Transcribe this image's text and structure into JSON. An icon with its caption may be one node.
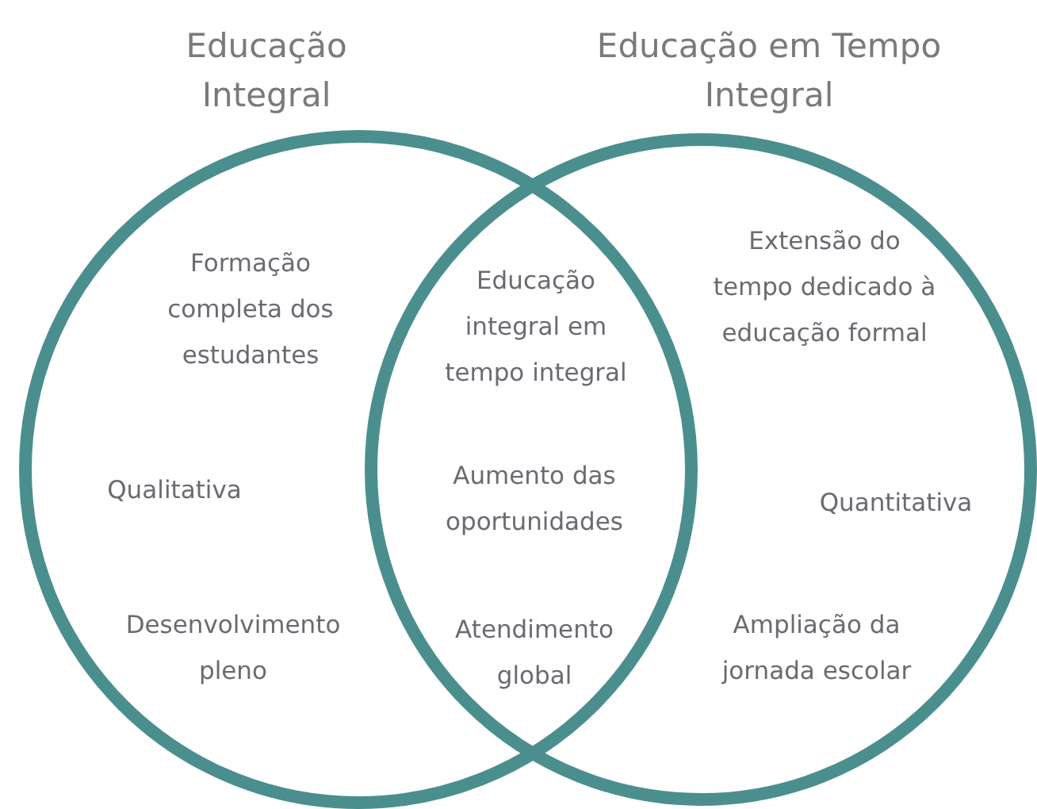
{
  "diagram": {
    "nodes": [
      {
        "text": [
          "Educação Integral",
          "Formação completa dos estudantes",
          "Qualitativa",
          "Desenvolvimento pleno"
        ]
      },
      {
        "text": [
          "Educação em Tempo Integral",
          "Extensão do tempo dedicado à educação formal",
          "Quantitativa",
          "Ampliação da jornada escolar"
        ]
      }
    ],
    "labels": [
      "Educação integral em tempo integral",
      "Aumento das oportunidades",
      "Atendimento global"
    ]
  }
}
